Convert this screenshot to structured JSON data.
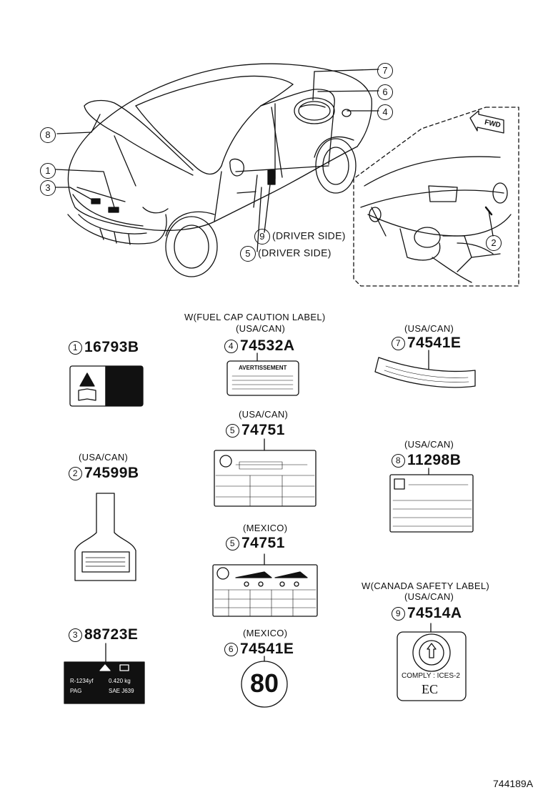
{
  "callouts": {
    "c1": "1",
    "c2": "2",
    "c3": "3",
    "c4": "4",
    "c5": "5",
    "c6": "6",
    "c7": "7",
    "c8": "8",
    "c9": "9"
  },
  "overview": {
    "label_9": "(DRIVER SIDE)",
    "label_5": "(DRIVER SIDE)",
    "fwd": "FWD"
  },
  "parts": {
    "p1": {
      "num": "1",
      "pn": "16793B"
    },
    "p2": {
      "num": "2",
      "pn": "74599B",
      "cond": "(USA/CAN)"
    },
    "p3": {
      "num": "3",
      "pn": "88723E"
    },
    "p4": {
      "num": "4",
      "pn": "74532A",
      "cond1": "W(FUEL CAP CAUTION LABEL)",
      "cond2": "(USA/CAN)"
    },
    "p5a": {
      "num": "5",
      "pn": "74751",
      "cond": "(USA/CAN)"
    },
    "p5b": {
      "num": "5",
      "pn": "74751",
      "cond": "(MEXICO)"
    },
    "p6": {
      "num": "6",
      "pn": "74541E",
      "cond": "(MEXICO)"
    },
    "p7": {
      "num": "7",
      "pn": "74541E",
      "cond": "(USA/CAN)"
    },
    "p8": {
      "num": "8",
      "pn": "11298B",
      "cond": "(USA/CAN)"
    },
    "p9": {
      "num": "9",
      "pn": "74514A",
      "cond1": "W(CANADA SAFETY LABEL)",
      "cond2": "(USA/CAN)"
    }
  },
  "label_text": {
    "fuel_cap_title": "AVERTISSEMENT",
    "ac_refrigerant": "R-1234yf",
    "ac_amount": "0.420 kg",
    "ac_oil": "PAG",
    "ac_std": "SAE J639",
    "speed_value": "80",
    "canada_comply": "COMPLY : ICES-2",
    "canada_mark": "EC"
  },
  "diagram_code": "744189A"
}
